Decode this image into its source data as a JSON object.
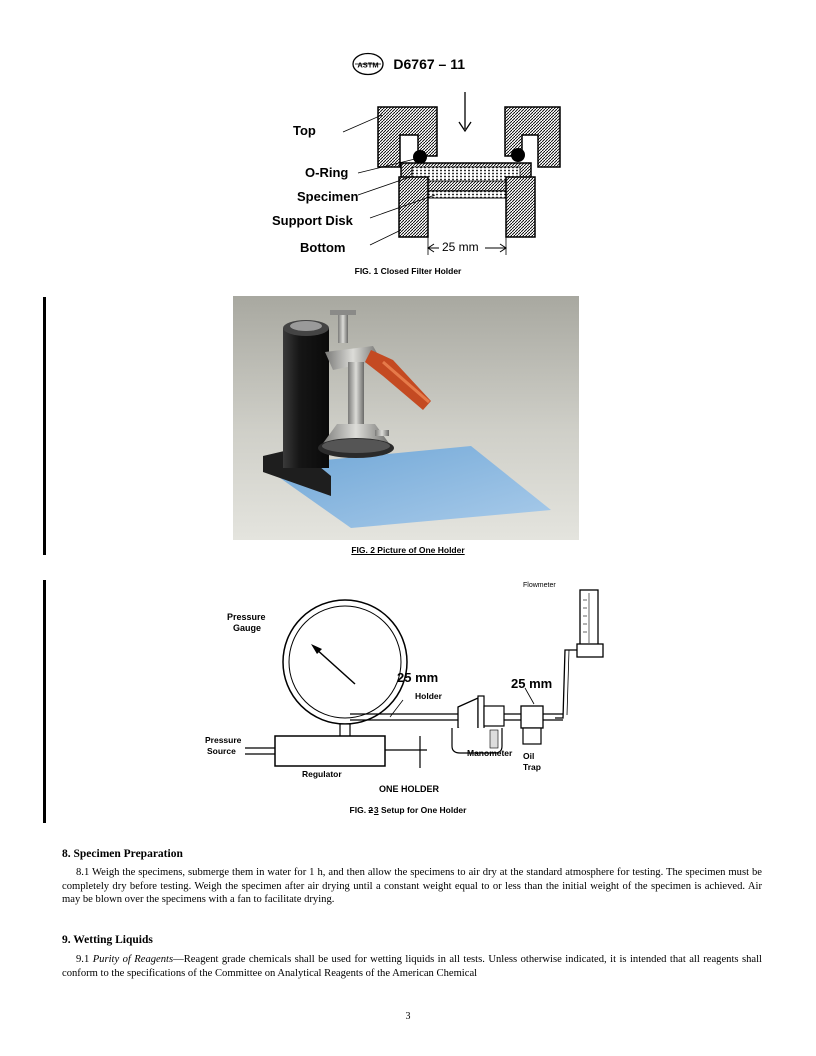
{
  "header": {
    "doc_number": "D6767 – 11",
    "logo_text": "ASTM"
  },
  "figure1": {
    "caption": "FIG. 1 Closed Filter Holder",
    "labels": {
      "top": "Top",
      "oring": "O-Ring",
      "specimen": "Specimen",
      "support_disk": "Support Disk",
      "bottom": "Bottom",
      "dimension": "25 mm"
    }
  },
  "figure2": {
    "caption": "FIG. 2 Picture of One Holder"
  },
  "figure3": {
    "caption_prefix": "FIG. ",
    "caption_old_num": "2",
    "caption_new_num": "3",
    "caption_suffix": " Setup for One Holder",
    "labels": {
      "flowmeter": "Flowmeter",
      "pressure_gauge_1": "Pressure",
      "pressure_gauge_2": "Gauge",
      "dim_left": "25 mm",
      "dim_right": "25 mm",
      "holder": "Holder",
      "pressure_source_1": "Pressure",
      "pressure_source_2": "Source",
      "manometer": "Manometer",
      "oil": "Oil",
      "trap": "Trap",
      "regulator": "Regulator",
      "one_holder": "ONE HOLDER"
    }
  },
  "section8": {
    "title": "8. Specimen Preparation",
    "p1": "8.1 Weigh the specimens, submerge them in water for 1 h, and then allow the specimens to air dry at the standard atmosphere for testing. The specimen must be completely dry before testing. Weigh the specimen after air drying until a constant weight equal to or less than the initial weight of the specimen is achieved. Air may be blown over the specimens with a fan to facilitate drying."
  },
  "section9": {
    "title": "9. Wetting Liquids",
    "p1_num": "9.1 ",
    "p1_italic": "Purity of Reagents",
    "p1_rest": "—Reagent grade chemicals shall be used for wetting liquids in all tests. Unless otherwise indicated, it is intended that all reagents shall conform to the specifications of the Committee on Analytical Reagents of the American Chemical"
  },
  "page_number": "3"
}
